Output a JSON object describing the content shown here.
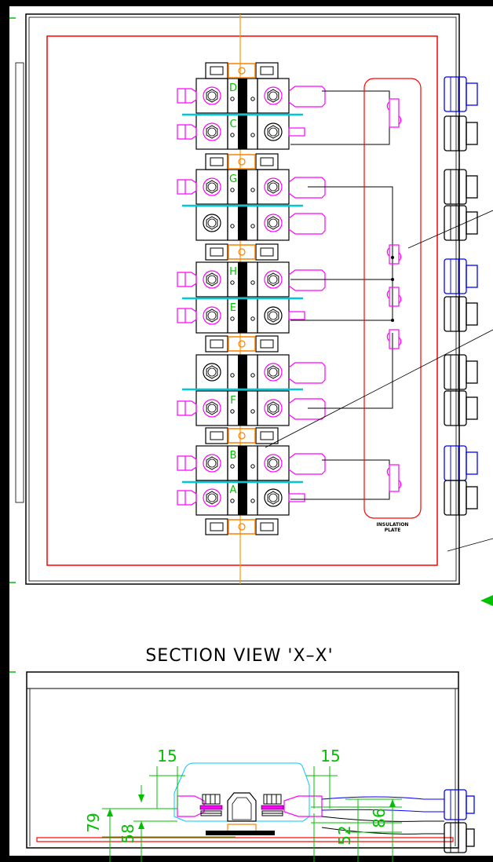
{
  "colors": {
    "frame": "#000000",
    "box": "#000000",
    "inner_border": "#ff0000",
    "terminal": "#000000",
    "lug": "#ff00ff",
    "bus_link": "#ff8000",
    "separator": "#00c8d8",
    "phase_label": "#00c000",
    "gland_blue": "#0000ff",
    "gland_black": "#000000",
    "dimension": "#00c000",
    "insulation_outline": "#ff0000",
    "cover": "#00c8ff"
  },
  "top_view": {
    "terminal_labels": [
      "D",
      "C",
      "G",
      "H",
      "E",
      "F",
      "B",
      "A"
    ],
    "insulation_label_line1": "INSULATION",
    "insulation_label_line2": "PLATE"
  },
  "section_view": {
    "title": "SECTION VIEW 'X–X'",
    "dimensions": {
      "left_width": "15",
      "right_width": "15",
      "height_left": "79",
      "height_inner": "58",
      "height_right_inner": "52",
      "height_right": "86"
    }
  }
}
